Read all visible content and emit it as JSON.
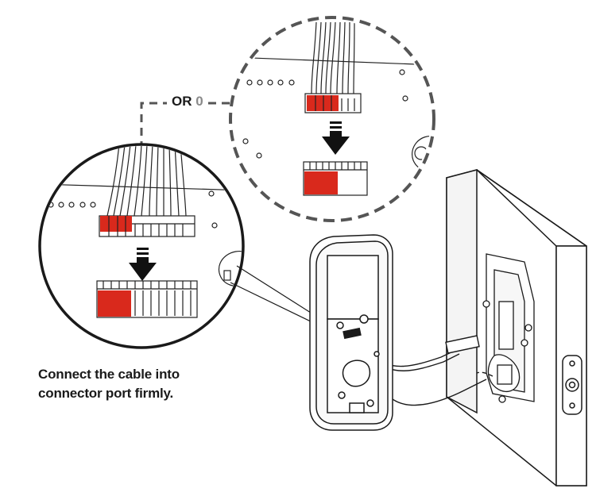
{
  "instruction": {
    "line1": "Connect the cable into",
    "line2": "connector port firmly."
  },
  "option_label": {
    "or_text": "OR",
    "option_glyph": "0"
  },
  "colors": {
    "highlight_red": "#d9291c",
    "line_dark": "#1a1a1a",
    "dashed_gray": "#555555"
  },
  "icons": {
    "insert_arrow": "down-arrow-icon",
    "connector": "connector-icon",
    "cable": "ribbon-cable-icon"
  }
}
